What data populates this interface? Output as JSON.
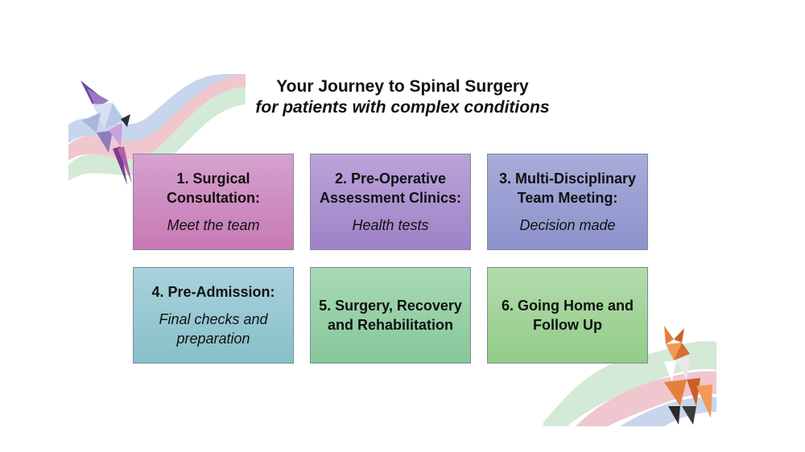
{
  "slide": {
    "title": "Your Journey to Spinal Surgery",
    "subtitle": "for patients with complex conditions"
  },
  "steps": [
    {
      "title": "1. Surgical Consultation:",
      "desc": "Meet the team"
    },
    {
      "title": "2. Pre-Operative Assessment Clinics:",
      "desc": "Health tests"
    },
    {
      "title": "3. Multi-Disciplinary Team Meeting:",
      "desc": "Decision made"
    },
    {
      "title": "4. Pre-Admission:",
      "desc": "Final checks and preparation"
    },
    {
      "title": "5. Surgery, Recovery and Rehabilitation",
      "desc": ""
    },
    {
      "title": "6. Going Home and Follow Up",
      "desc": ""
    }
  ],
  "decorations": {
    "top_left": "bird-illustration",
    "bottom_right": "fox-illustration"
  },
  "colors": {
    "step1": "#c98ac2",
    "step2": "#ab93cf",
    "step3": "#989ed2",
    "step4": "#98c9d2",
    "step5": "#98d0a7",
    "step6": "#a3d49a",
    "ribbon_blue": "#c3d3ea",
    "ribbon_pink": "#efc3cc",
    "ribbon_green": "#cfe7d2"
  }
}
